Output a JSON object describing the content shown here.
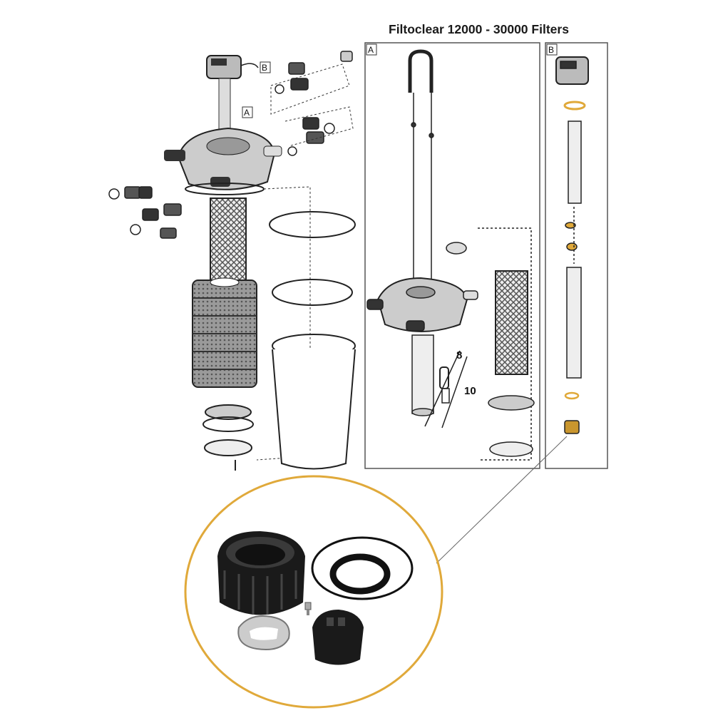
{
  "title": "Filtoclear 12000 - 30000 Filters",
  "labels": {
    "left_b": "B",
    "left_a": "A",
    "panel_a": "A",
    "panel_b": "B",
    "part_8": "8",
    "part_10": "10"
  },
  "colors": {
    "highlight_ring": "#e0a93a",
    "box_border": "#555555",
    "part_black": "#1a1a1a"
  }
}
